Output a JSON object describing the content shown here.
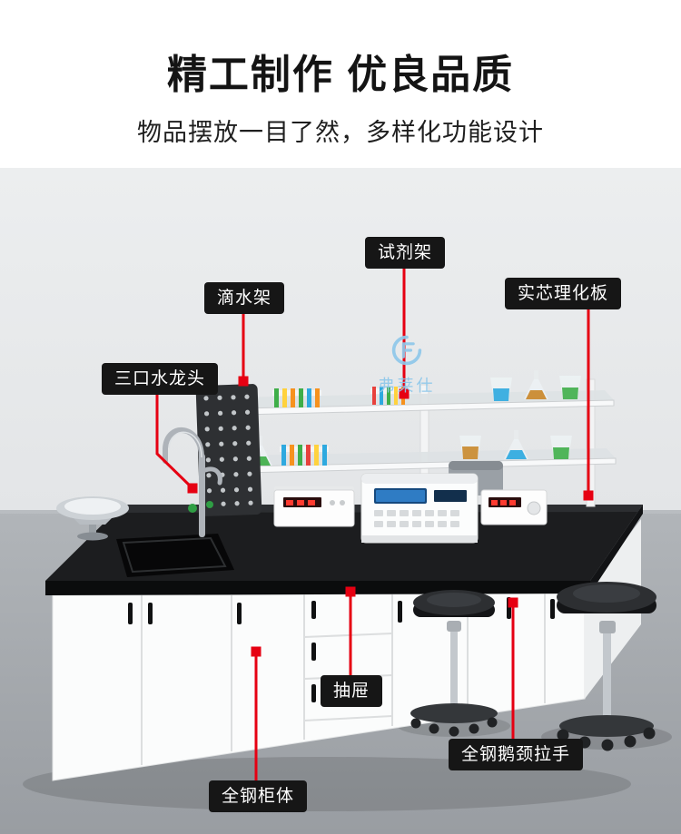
{
  "header": {
    "title": "精工制作 优良品质",
    "subtitle": "物品摆放一目了然，多样化功能设计"
  },
  "watermark": {
    "brand": "弗莱仕"
  },
  "callouts": {
    "reagent_rack": {
      "label": "试剂架"
    },
    "drip_rack": {
      "label": "滴水架"
    },
    "solid_board": {
      "label": "实芯理化板"
    },
    "faucet": {
      "label": "三口水龙头"
    },
    "drawer": {
      "label": "抽屉"
    },
    "handle": {
      "label": "全钢鹅颈拉手"
    },
    "cabinet": {
      "label": "全钢柜体"
    }
  },
  "colors": {
    "accent_red": "#e60012",
    "label_bg": "#161616",
    "wall": "#e9ebec",
    "floor": "#a9aeb3",
    "countertop": "#1b1c1e",
    "cabinet_white": "#fbfcfc",
    "brand_blue": "#8fc8ea"
  }
}
